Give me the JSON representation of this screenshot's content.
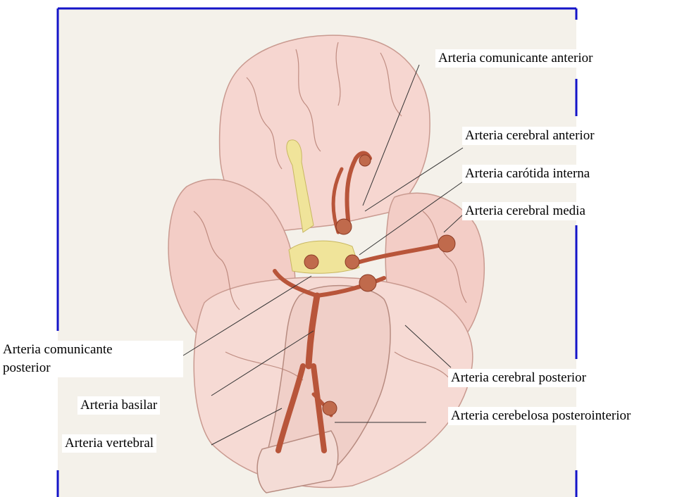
{
  "labels": {
    "comunicante_anterior": "Arteria comunicante anterior",
    "cerebral_anterior": "Arteria cerebral anterior",
    "carotida_interna": "Arteria carótida interna",
    "cerebral_media": "Arteria cerebral media",
    "comunicante_posterior_line1": "Arteria comunicante",
    "comunicante_posterior_line2": "posterior",
    "basilar": "Arteria basilar",
    "vertebral": "Arteria vertebral",
    "cerebral_posterior": "Arteria cerebral posterior",
    "cerebelosa_posteroinferior": "Arteria cerebelosa posterointerior"
  },
  "colors": {
    "frame": "#1414c8",
    "tissue": "#f6d6d0",
    "tissue_shade": "#e9b8ae",
    "artery": "#b8553a",
    "chiasm": "#f0e49a",
    "background_panel": "#f4f1ea"
  }
}
